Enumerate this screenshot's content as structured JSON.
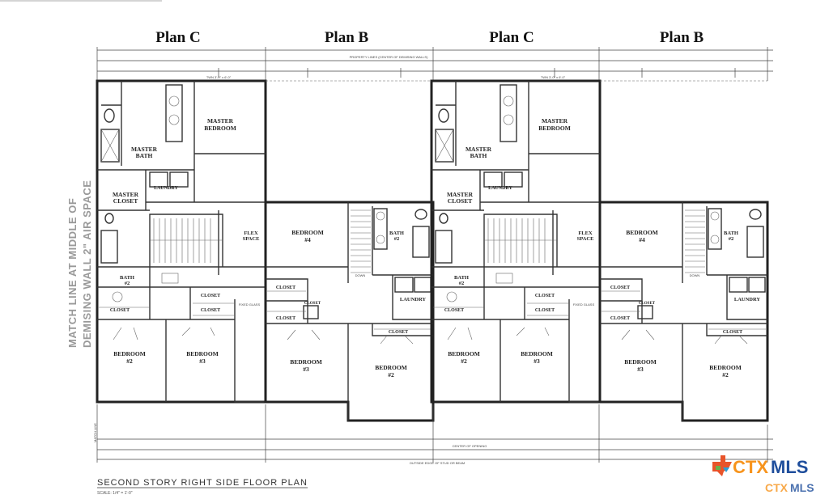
{
  "headings": [
    "Plan C",
    "Plan B",
    "Plan C",
    "Plan B"
  ],
  "top_notes": {
    "property_lines": "PROPERTY LINES (CENTER OF DEMISING WALLS)",
    "window_top": "TWN 3'-0\" x 6'-0\""
  },
  "bottom_notes": {
    "center_of_opening": "CENTER OF OPENING",
    "outside_edge": "OUTSIDE EDGE OF STUD OR BEAM",
    "match_line": "MATCH LINE"
  },
  "side_note": [
    "MATCH LINE AT MIDDLE OF",
    "DEMISING WALL 2\" AIR SPACE"
  ],
  "plans": [
    {
      "plan_c": {
        "master_bedroom": [
          "MASTER",
          "BEDROOM"
        ],
        "master_bath": [
          "MASTER",
          "BATH"
        ],
        "laundry": "LAUNDRY",
        "master_closet": [
          "MASTER",
          "CLOSET"
        ],
        "flex_space": [
          "FLEX",
          "SPACE"
        ],
        "bath2": [
          "BATH",
          "#2"
        ],
        "closet_a": "CLOSET",
        "closet_b": "CLOSET",
        "closet_c": "CLOSET",
        "bedroom2": [
          "BEDROOM",
          "#2"
        ],
        "bedroom3": [
          "BEDROOM",
          "#3"
        ],
        "fixed_glass": "FIXED GLASS"
      },
      "plan_b": {
        "bedroom4": [
          "BEDROOM",
          "#4"
        ],
        "bath2": [
          "BATH",
          "#2"
        ],
        "closet_a": "CLOSET",
        "closet_b": "CLOSET",
        "closet_c": "CLOSET",
        "laundry": "LAUNDRY",
        "closet_d": "CLOSET",
        "bedroom3": [
          "BEDROOM",
          "#3"
        ],
        "bedroom2": [
          "BEDROOM",
          "#2"
        ],
        "down": "DOWN"
      }
    },
    {
      "plan_c": {
        "master_bedroom": [
          "MASTER",
          "BEDROOM"
        ],
        "master_bath": [
          "MASTER",
          "BATH"
        ],
        "laundry": "LAUNDRY",
        "master_closet": [
          "MASTER",
          "CLOSET"
        ],
        "flex_space": [
          "FLEX",
          "SPACE"
        ],
        "bath2": [
          "BATH",
          "#2"
        ],
        "closet_a": "CLOSET",
        "closet_b": "CLOSET",
        "closet_c": "CLOSET",
        "bedroom2": [
          "BEDROOM",
          "#2"
        ],
        "bedroom3": [
          "BEDROOM",
          "#3"
        ],
        "fixed_glass": "FIXED GLASS"
      },
      "plan_b": {
        "bedroom4": [
          "BEDROOM",
          "#4"
        ],
        "bath2": [
          "BATH",
          "#2"
        ],
        "closet_a": "CLOSET",
        "closet_b": "CLOSET",
        "closet_c": "CLOSET",
        "laundry": "LAUNDRY",
        "closet_d": "CLOSET",
        "bedroom3": [
          "BEDROOM",
          "#3"
        ],
        "bedroom2": [
          "BEDROOM",
          "#2"
        ],
        "down": "DOWN"
      }
    }
  ],
  "footer": {
    "title": "SECOND STORY RIGHT SIDE FLOOR PLAN",
    "scale": "SCALE: 1/4\" = 1'-0\""
  },
  "logo": {
    "text_a": "CTX",
    "text_b": "MLS",
    "color_a": "#f7941d",
    "color_b": "#1f4e9c"
  }
}
